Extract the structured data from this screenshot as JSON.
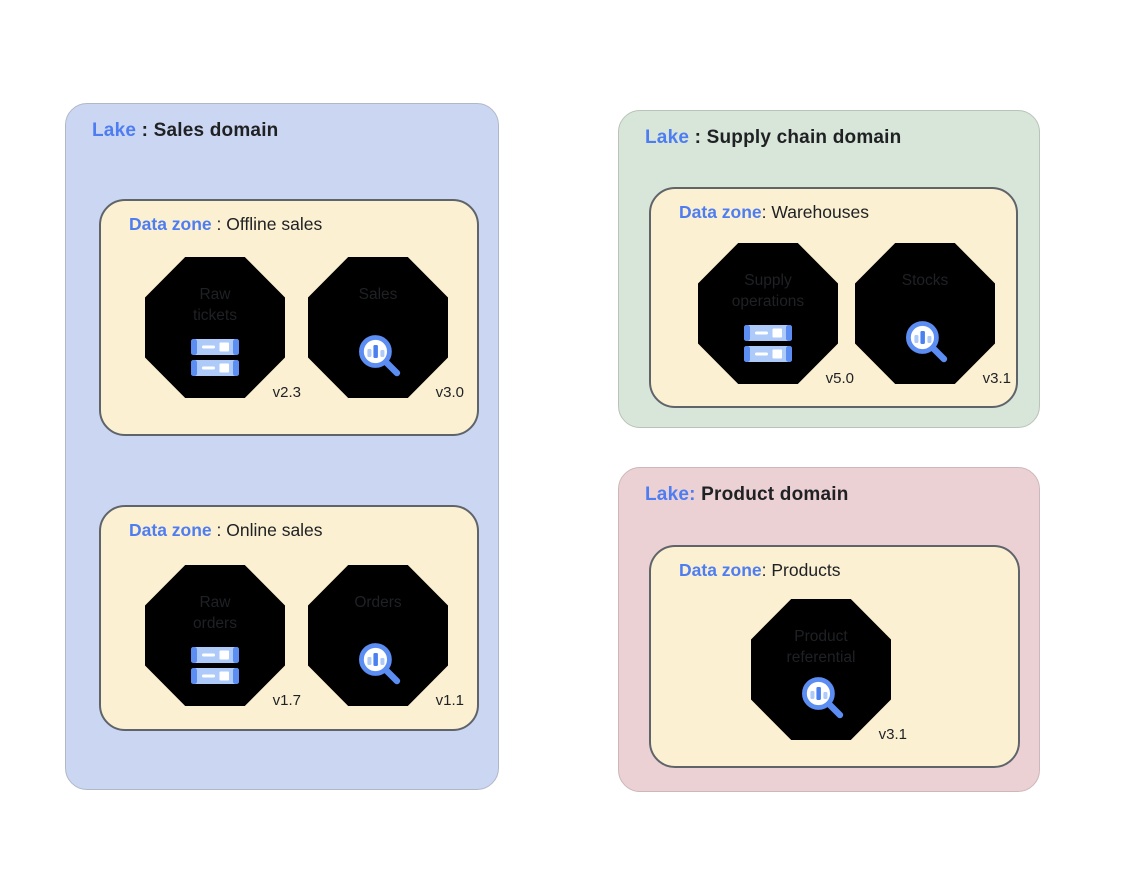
{
  "colors": {
    "sales_lake_bg": "#cbd7f2",
    "supply_lake_bg": "#d8e5d9",
    "product_lake_bg": "#ebd1d4",
    "data_zone_bg": "#fbf0d2",
    "keyword_blue": "#4e7df1",
    "octagon_blue": "#3f7cf1",
    "octagon_green": "#2f9e47",
    "octagon_black": "#212121",
    "icon_light_blue": "#aecaf9",
    "icon_medium_blue": "#5b8df2"
  },
  "lakes": {
    "sales": {
      "keyword": "Lake",
      "name": " : Sales domain",
      "zones": {
        "offline_sales": {
          "keyword": "Data zone",
          "name": " : Offline sales",
          "modules": {
            "raw_tickets": {
              "name": "Raw\ntickets",
              "version": "v2.3",
              "icon": "storage-icon"
            },
            "sales": {
              "name": "Sales",
              "version": "v3.0",
              "icon": "search-insights-icon"
            }
          }
        },
        "online_sales": {
          "keyword": "Data zone",
          "name": " : Online sales",
          "modules": {
            "raw_orders": {
              "name": "Raw\norders",
              "version": "v1.7",
              "icon": "storage-icon"
            },
            "orders": {
              "name": "Orders",
              "version": "v1.1",
              "icon": "search-insights-icon"
            }
          }
        }
      }
    },
    "supply_chain": {
      "keyword": "Lake",
      "name": " : Supply chain domain",
      "zones": {
        "warehouses": {
          "keyword": "Data zone",
          "name": ": Warehouses",
          "modules": {
            "supply_operations": {
              "name": "Supply\noperations",
              "version": "v5.0",
              "icon": "storage-icon"
            },
            "stocks": {
              "name": "Stocks",
              "version": "v3.1",
              "icon": "search-insights-icon"
            }
          }
        }
      }
    },
    "product": {
      "keyword": "Lake:",
      "name": " Product domain",
      "zones": {
        "products": {
          "keyword": "Data zone",
          "name": ": Products",
          "modules": {
            "product_referential": {
              "name": "Product\nreferential",
              "version": "v3.1",
              "icon": "search-insights-icon"
            }
          }
        }
      }
    }
  }
}
